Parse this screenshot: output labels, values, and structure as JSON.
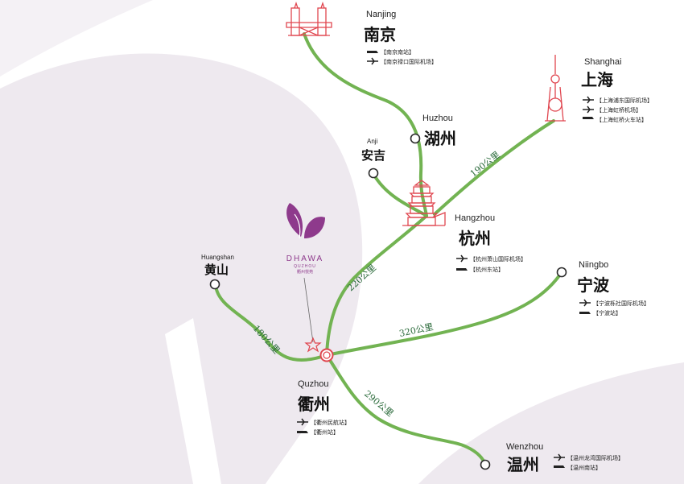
{
  "colors": {
    "route": "#72b352",
    "landmark": "#e0464f",
    "brand": "#8e3a8c",
    "background_shape": "#eee9ef",
    "distance_text": "#2a6a3a"
  },
  "cities": {
    "nanjing": {
      "en": "Nanjing",
      "cn": "南京",
      "transport": [
        {
          "icon": "train-icon",
          "label": "【南京南站】"
        },
        {
          "icon": "plane-icon",
          "label": "【南京禄口国际机场】"
        }
      ]
    },
    "shanghai": {
      "en": "Shanghai",
      "cn": "上海",
      "transport": [
        {
          "icon": "plane-icon",
          "label": "【上海浦东国际机场】"
        },
        {
          "icon": "plane-icon",
          "label": "【上海虹桥机场】"
        },
        {
          "icon": "train-icon",
          "label": "【上海虹桥火车站】"
        }
      ]
    },
    "huzhou": {
      "en": "Huzhou",
      "cn": "湖州"
    },
    "anji": {
      "en": "Anji",
      "cn": "安吉"
    },
    "hangzhou": {
      "en": "Hangzhou",
      "cn": "杭州",
      "transport": [
        {
          "icon": "plane-icon",
          "label": "【杭州萧山国际机场】"
        },
        {
          "icon": "train-icon",
          "label": "【杭州东站】"
        }
      ]
    },
    "huangshan": {
      "en": "Huangshan",
      "cn": "黄山"
    },
    "ningbo": {
      "en": "Niingbo",
      "cn": "宁波",
      "transport": [
        {
          "icon": "plane-icon",
          "label": "【宁波栎社国际机场】"
        },
        {
          "icon": "train-icon",
          "label": "【宁波站】"
        }
      ]
    },
    "quzhou": {
      "en": "Quzhou",
      "cn": "衢州",
      "transport": [
        {
          "icon": "plane-icon",
          "label": "【衢州民航站】"
        },
        {
          "icon": "train-icon",
          "label": "【衢州站】"
        }
      ]
    },
    "wenzhou": {
      "en": "Wenzhou",
      "cn": "温州",
      "transport": [
        {
          "icon": "plane-icon",
          "label": "【温州龙湾国际机场】"
        },
        {
          "icon": "train-icon",
          "label": "【温州南站】"
        }
      ]
    }
  },
  "distances": {
    "shanghai_hangzhou": "190公里",
    "hangzhou_quzhou": "220公里",
    "huangshan_quzhou": "180公里",
    "quzhou_ningbo": "320公里",
    "quzhou_wenzhou": "290公里"
  },
  "brand": {
    "name": "DHAWA",
    "sub": "QUZHOU",
    "cn": "衢州悦苑"
  }
}
